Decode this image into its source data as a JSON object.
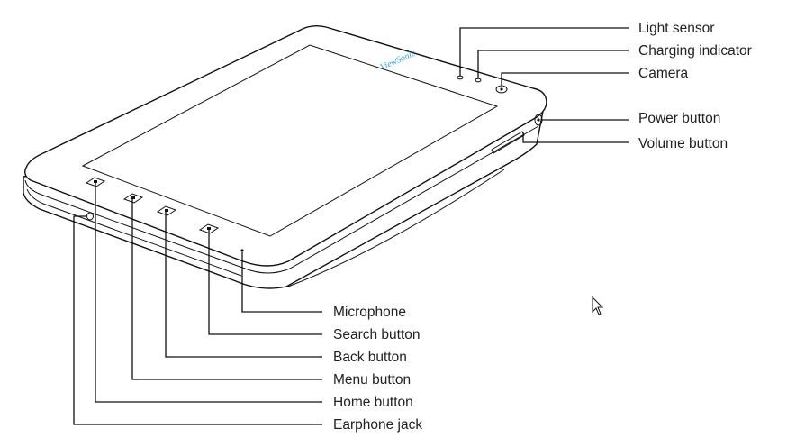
{
  "device": {
    "brand_logo": "ViewSonic"
  },
  "callouts": {
    "light_sensor": "Light sensor",
    "charging_indicator": "Charging indicator",
    "camera": "Camera",
    "power_button": "Power button",
    "volume_button": "Volume button",
    "microphone": "Microphone",
    "search_button": "Search button",
    "back_button": "Back button",
    "menu_button": "Menu button",
    "home_button": "Home button",
    "earphone_jack": "Earphone jack"
  },
  "icons": [
    "mouse-cursor-icon"
  ]
}
